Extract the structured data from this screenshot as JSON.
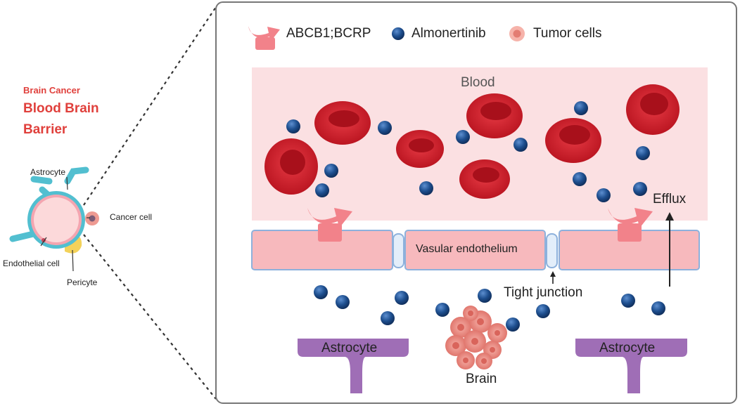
{
  "left_panel": {
    "subtitle": "Brain Cancer",
    "title_line1": "Blood Brain",
    "title_line2": "Barrier",
    "labels": {
      "astrocyte": "Astrocyte",
      "cancer_cell": "Cancer cell",
      "endothelial_cell": "Endothelial cell",
      "pericyte": "Pericyte"
    }
  },
  "legend": {
    "transporter": "ABCB1;BCRP",
    "drug": "Almonertinib",
    "tumor": "Tumor cells"
  },
  "main": {
    "blood_label": "Blood",
    "efflux_label": "Efflux",
    "endothelium_label": "Vasular endothelium",
    "tight_junction_label": "Tight junction",
    "astrocyte_left": "Astrocyte",
    "astrocyte_right": "Astrocyte",
    "brain_label": "Brain"
  },
  "colors": {
    "red_title": "#e0403c",
    "blood_bg": "#fbe0e2",
    "rbc": "#d11f2b",
    "drug": "#1e4f8f",
    "endothelium": "#f7b9bd",
    "transporter": "#f2828a",
    "astrocyte": "#9f6eb6",
    "tumor": "#f08f88",
    "junction": "#e3eefa"
  }
}
